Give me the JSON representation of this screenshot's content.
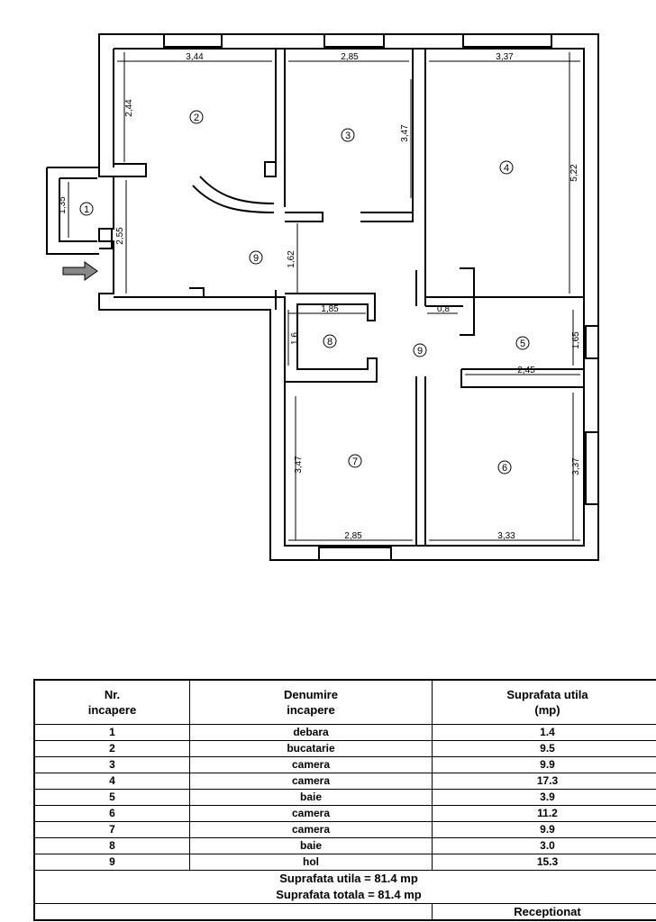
{
  "plan": {
    "dimensions": {
      "d1": "3,44",
      "d2": "2,85",
      "d3": "3,37",
      "d4": "2,44",
      "d5": "3,47",
      "d6": "5,22",
      "d7": "1,35",
      "d8": "2,55",
      "d9": "1,62",
      "d10": "1,85",
      "d11": "0,8",
      "d12": "1,6",
      "d13": "1,65",
      "d14": "2,45",
      "d15": "3,47",
      "d16": "3,37",
      "d17": "2,85",
      "d18": "3,33"
    },
    "room_numbers": {
      "r1": "1",
      "r2": "2",
      "r3": "3",
      "r4": "4",
      "r5": "5",
      "r6": "6",
      "r7": "7",
      "r8": "8",
      "r9a": "9",
      "r9b": "9"
    },
    "entrance": "entrance-arrow-icon"
  },
  "table": {
    "headers": {
      "nr": [
        "Nr.",
        "incapere"
      ],
      "name": [
        "Denumire",
        "incapere"
      ],
      "area": [
        "Suprafata utila",
        "(mp)"
      ]
    },
    "rows": [
      {
        "nr": "1",
        "name": "debara",
        "area": "1.4"
      },
      {
        "nr": "2",
        "name": "bucatarie",
        "area": "9.5"
      },
      {
        "nr": "3",
        "name": "camera",
        "area": "9.9"
      },
      {
        "nr": "4",
        "name": "camera",
        "area": "17.3"
      },
      {
        "nr": "5",
        "name": "baie",
        "area": "3.9"
      },
      {
        "nr": "6",
        "name": "camera",
        "area": "11.2"
      },
      {
        "nr": "7",
        "name": "camera",
        "area": "9.9"
      },
      {
        "nr": "8",
        "name": "baie",
        "area": "3.0"
      },
      {
        "nr": "9",
        "name": "hol",
        "area": "15.3"
      }
    ],
    "totals": {
      "useful": "Suprafata utila = 81.4 mp",
      "total": "Suprafata totala = 81.4 mp"
    },
    "receptionat": "Receptionat"
  }
}
